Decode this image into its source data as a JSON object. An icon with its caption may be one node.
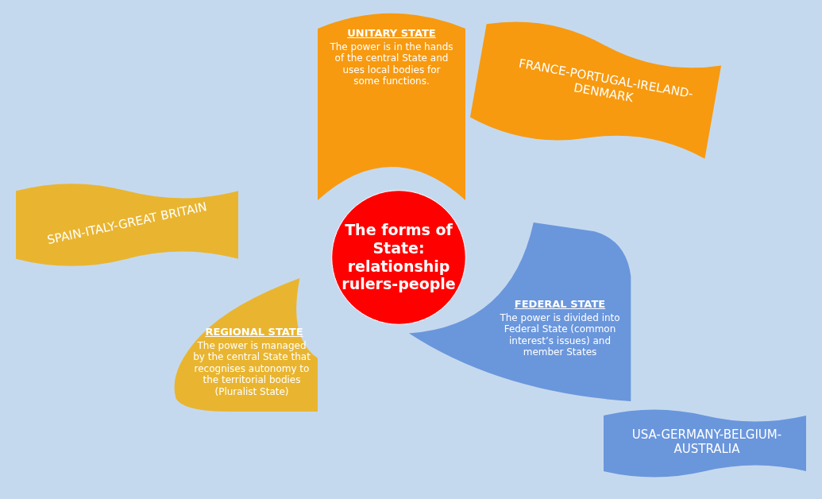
{
  "diagram": {
    "nodes": [
      {
        "text": [
          "The forms of State: relationship rulers-people"
        ]
      },
      {
        "text": [
          "UNITARY STATE",
          "The power is in the hands of the central State and uses local bodies for some functions."
        ]
      },
      {
        "text": [
          "FRANCE-PORTUGAL-IRELAND-DENMARK"
        ]
      },
      {
        "text": [
          "SPAIN-ITALY-GREAT BRITAIN"
        ]
      },
      {
        "text": [
          "REGIONAL STATE",
          "The power is managed by the central State that recognises autonomy to the territorial bodies (Pluralist State)"
        ]
      },
      {
        "text": [
          "FEDERAL STATE",
          "The power is divided into Federal State (common interest’s issues) and member States"
        ]
      },
      {
        "text": [
          "USA-GERMANY-BELGIUM-AUSTRALIA"
        ]
      }
    ],
    "edges": []
  }
}
